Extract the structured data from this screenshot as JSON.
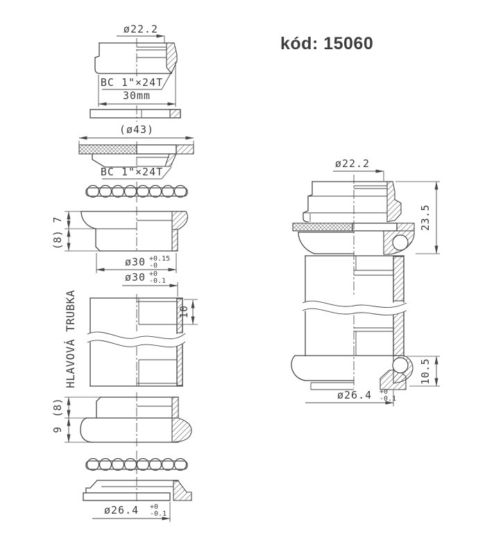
{
  "title": {
    "code": "kód: 15060"
  },
  "colors": {
    "line": "#464646",
    "text": "#3c3c3c",
    "background": "#ffffff"
  },
  "exploded": {
    "locknut": {
      "diameter": "ø22.2",
      "thread": "BC 1\"×24T",
      "width": "30mm"
    },
    "washer": {
      "outer_diameter": "(ø43)"
    },
    "adjusting_cup": {
      "thread": "BC 1\"×24T"
    },
    "upper_cup": {
      "height_upper": "7",
      "height_lower": "(8)",
      "bore": "ø30",
      "bore_tol_plus": "+0.15",
      "bore_tol_minus": "-0"
    },
    "head_tube": {
      "label": "HLAVOVÁ TRUBKA",
      "bore": "ø30",
      "bore_tol_plus": "+0",
      "bore_tol_minus": "-0.1",
      "counterbore_depth": "10"
    },
    "lower_cup": {
      "height_upper": "(8)",
      "height_lower": "9"
    },
    "crown_race": {
      "seat_diameter": "ø26.4",
      "tol_plus": "+0",
      "tol_minus": "-0.1"
    }
  },
  "assembled": {
    "top_diameter": "ø22.2",
    "upper_stack_height": "23.5",
    "lower_stack_height": "10.5",
    "crown_seat_diameter": "ø26.4",
    "crown_tol_plus": "+0",
    "crown_tol_minus": "-0.1"
  }
}
